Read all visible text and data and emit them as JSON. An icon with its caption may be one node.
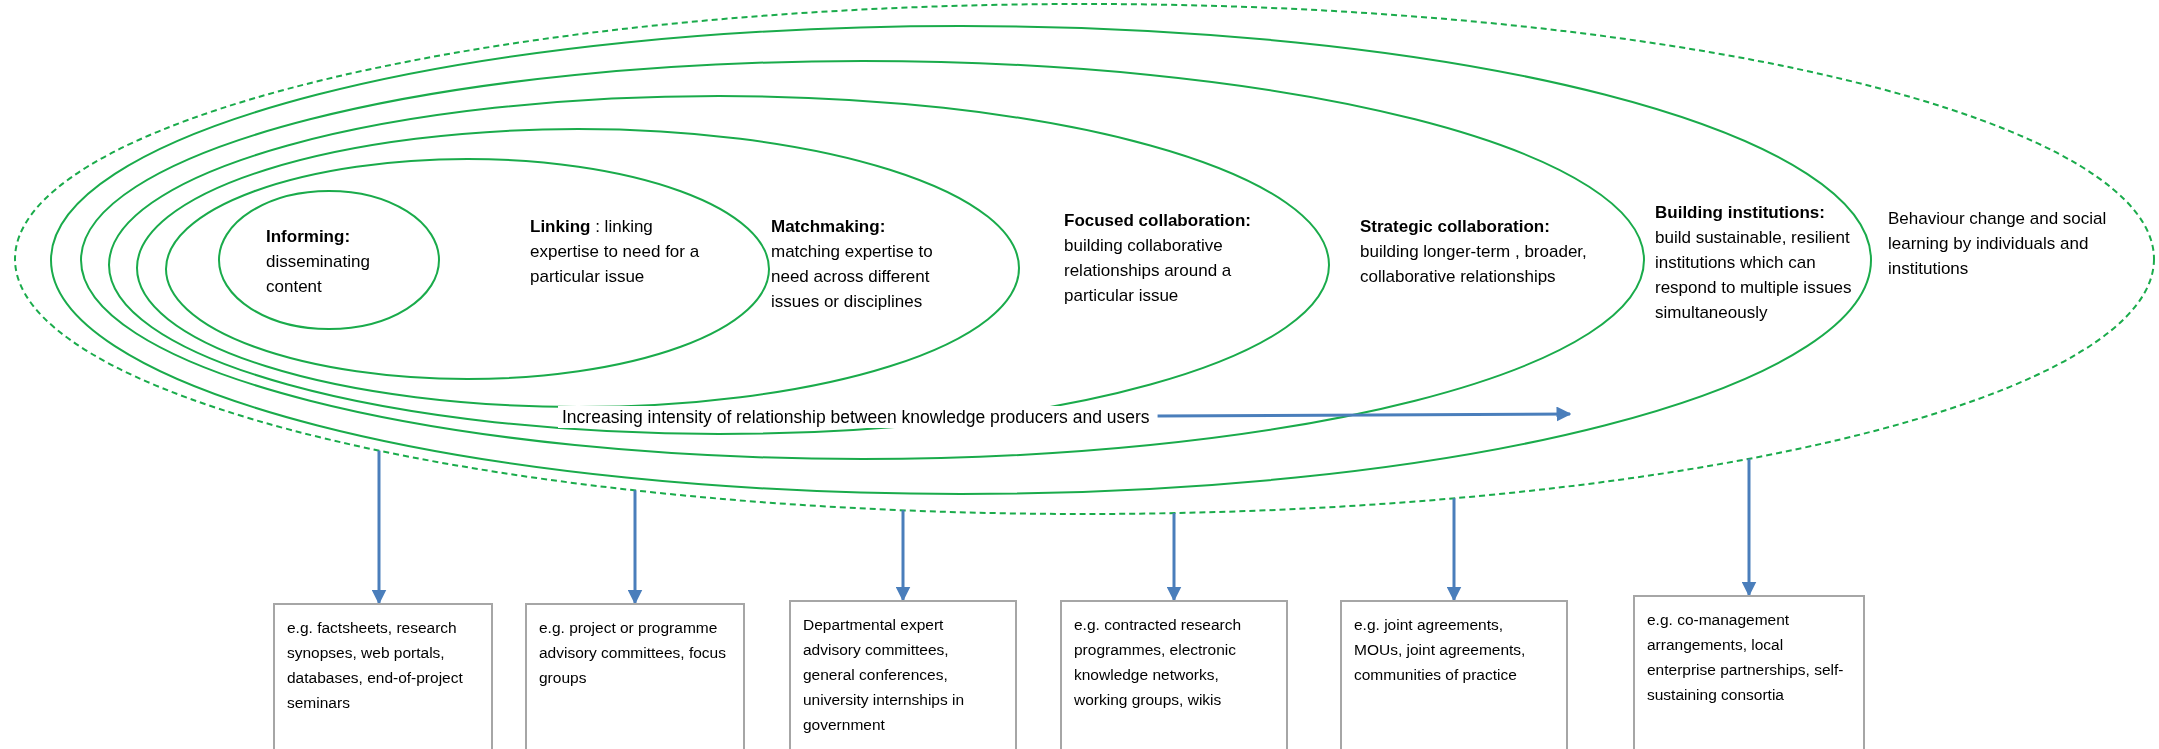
{
  "diagram": {
    "nodes": [
      {
        "text": [
          "Behaviour change and social learning by individuals and institutions"
        ]
      },
      {
        "text": [
          "Building institutions:",
          "build sustainable, resilient institutions which can respond to multiple issues simultaneously"
        ],
        "in": 0
      },
      {
        "text": [
          "Strategic collaboration:",
          "building longer-term , broader, collaborative relationships"
        ],
        "in": 1
      },
      {
        "text": [
          "Focused collaboration:",
          "building collaborative relationships around a particular issue"
        ],
        "in": 2
      },
      {
        "text": [
          "Matchmaking:",
          "matching expertise to need across different issues or disciplines"
        ],
        "in": 3
      },
      {
        "text": [
          "**Linking** : linking expertise to need for a particular issue"
        ],
        "in": 4
      },
      {
        "text": [
          "Informing:",
          "disseminating content"
        ],
        "in": 5
      },
      {
        "text": [
          "e.g. factsheets, research synopses, web portals, databases, end-of-project seminars"
        ]
      },
      {
        "text": [
          "e.g. project or programme advisory committees, focus groups"
        ]
      },
      {
        "text": [
          "Departmental expert advisory committees, general conferences, university internships in government"
        ]
      },
      {
        "text": [
          "e.g. contracted research programmes, electronic knowledge networks, working groups, wikis"
        ]
      },
      {
        "text": [
          "e.g. joint agreements, MOUs, joint agreements, communities of practice"
        ]
      },
      {
        "text": [
          "e.g. co-management arrangements, local enterprise partnerships, self-sustaining consortia"
        ]
      }
    ],
    "edges": [
      {
        "from": 0,
        "to": 7,
        "arrow": "to"
      },
      {
        "from": 0,
        "to": 8,
        "arrow": "to"
      },
      {
        "from": 0,
        "to": 9,
        "arrow": "to"
      },
      {
        "from": 0,
        "to": 10,
        "arrow": "to"
      },
      {
        "from": 0,
        "to": 11,
        "arrow": "to"
      },
      {
        "from": 0,
        "to": 12,
        "arrow": "to"
      }
    ],
    "labels": [
      "Increasing intensity of relationship between knowledge producers and users"
    ]
  }
}
